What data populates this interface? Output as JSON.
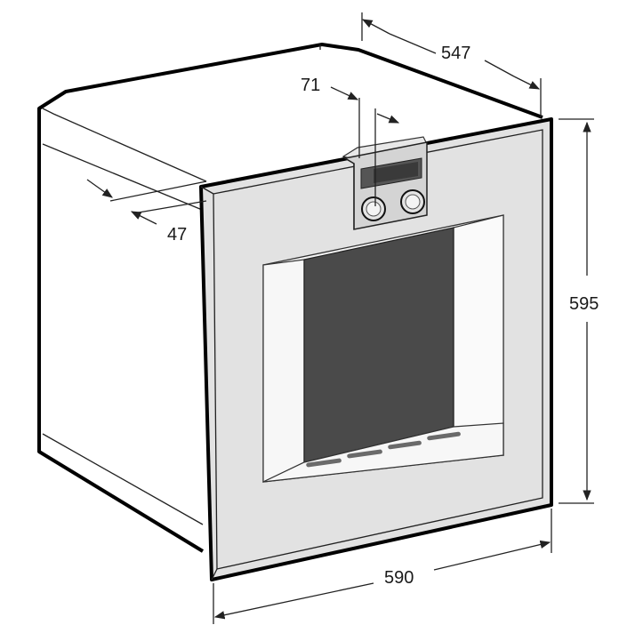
{
  "dimensions": {
    "depth": "547",
    "control_panel_depth": "71",
    "front_offset": "47",
    "height": "595",
    "width": "590"
  },
  "colors": {
    "front_panel": "#e2e2e2",
    "window_frame": "#f4f4f4",
    "window_glass": "#4a4a4a",
    "control_panel": "#d4d4d4",
    "outline": "#000000"
  }
}
